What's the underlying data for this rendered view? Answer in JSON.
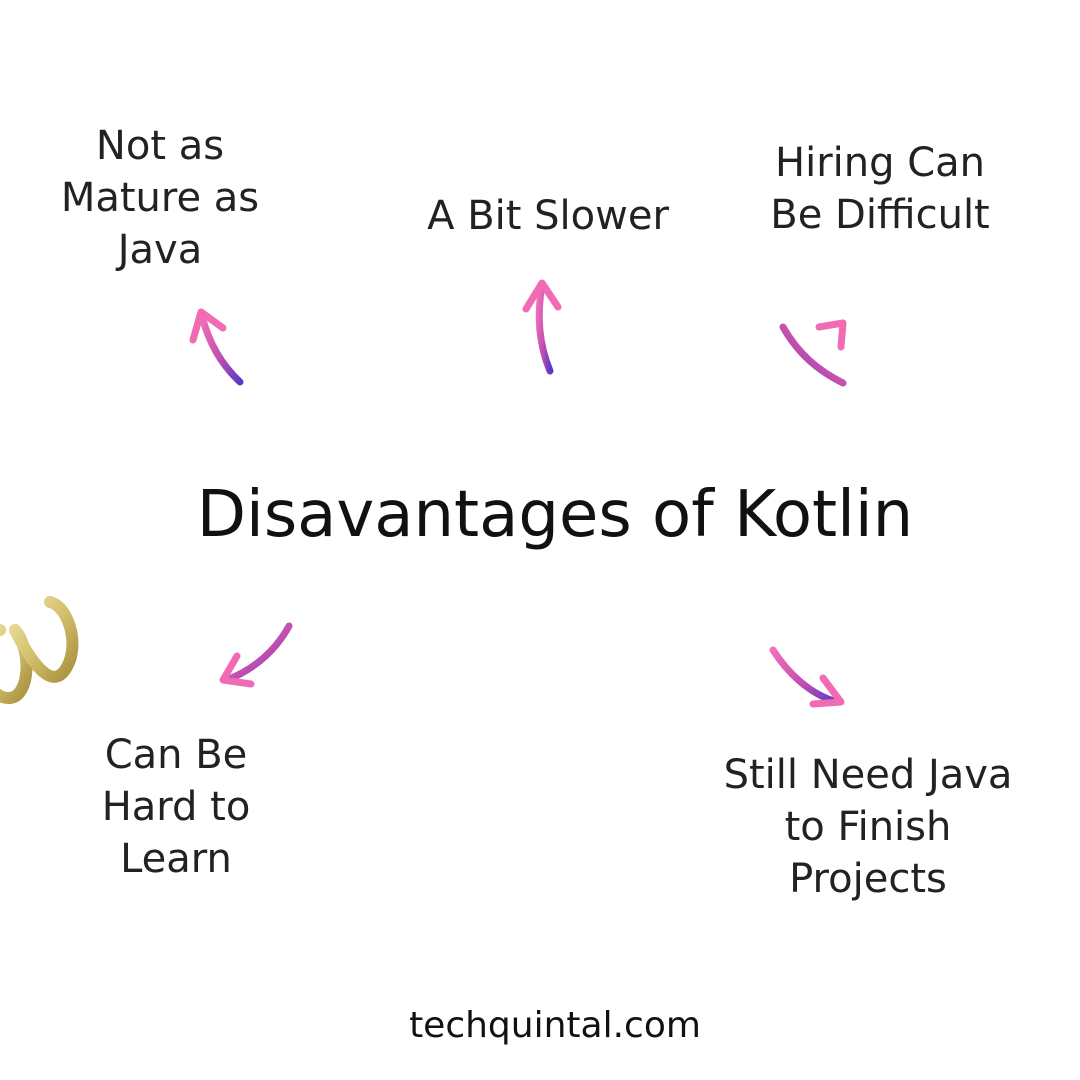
{
  "title": "Disavantages of Kotlin",
  "footer": "techquintal.com",
  "colors": {
    "arrow_pink": "#f06ab4",
    "arrow_purple": "#6a3cc8",
    "coil_gold": "#d9c779",
    "text": "#222222"
  },
  "nodes": [
    {
      "id": "not-mature",
      "text": "Not as\nMature as\nJava",
      "arrow_icon": "arrow-up-left-icon"
    },
    {
      "id": "bit-slower",
      "text": "A Bit Slower",
      "arrow_icon": "arrow-up-icon"
    },
    {
      "id": "hiring",
      "text": "Hiring Can\nBe Difficult",
      "arrow_icon": "arrow-up-right-icon"
    },
    {
      "id": "hard-learn",
      "text": "Can Be\nHard to\nLearn",
      "arrow_icon": "arrow-down-left-icon"
    },
    {
      "id": "need-java",
      "text": "Still Need Java\nto Finish\nProjects",
      "arrow_icon": "arrow-down-right-icon"
    }
  ],
  "decorations": [
    {
      "name": "gold-coil-spring",
      "position": "left-edge"
    }
  ]
}
